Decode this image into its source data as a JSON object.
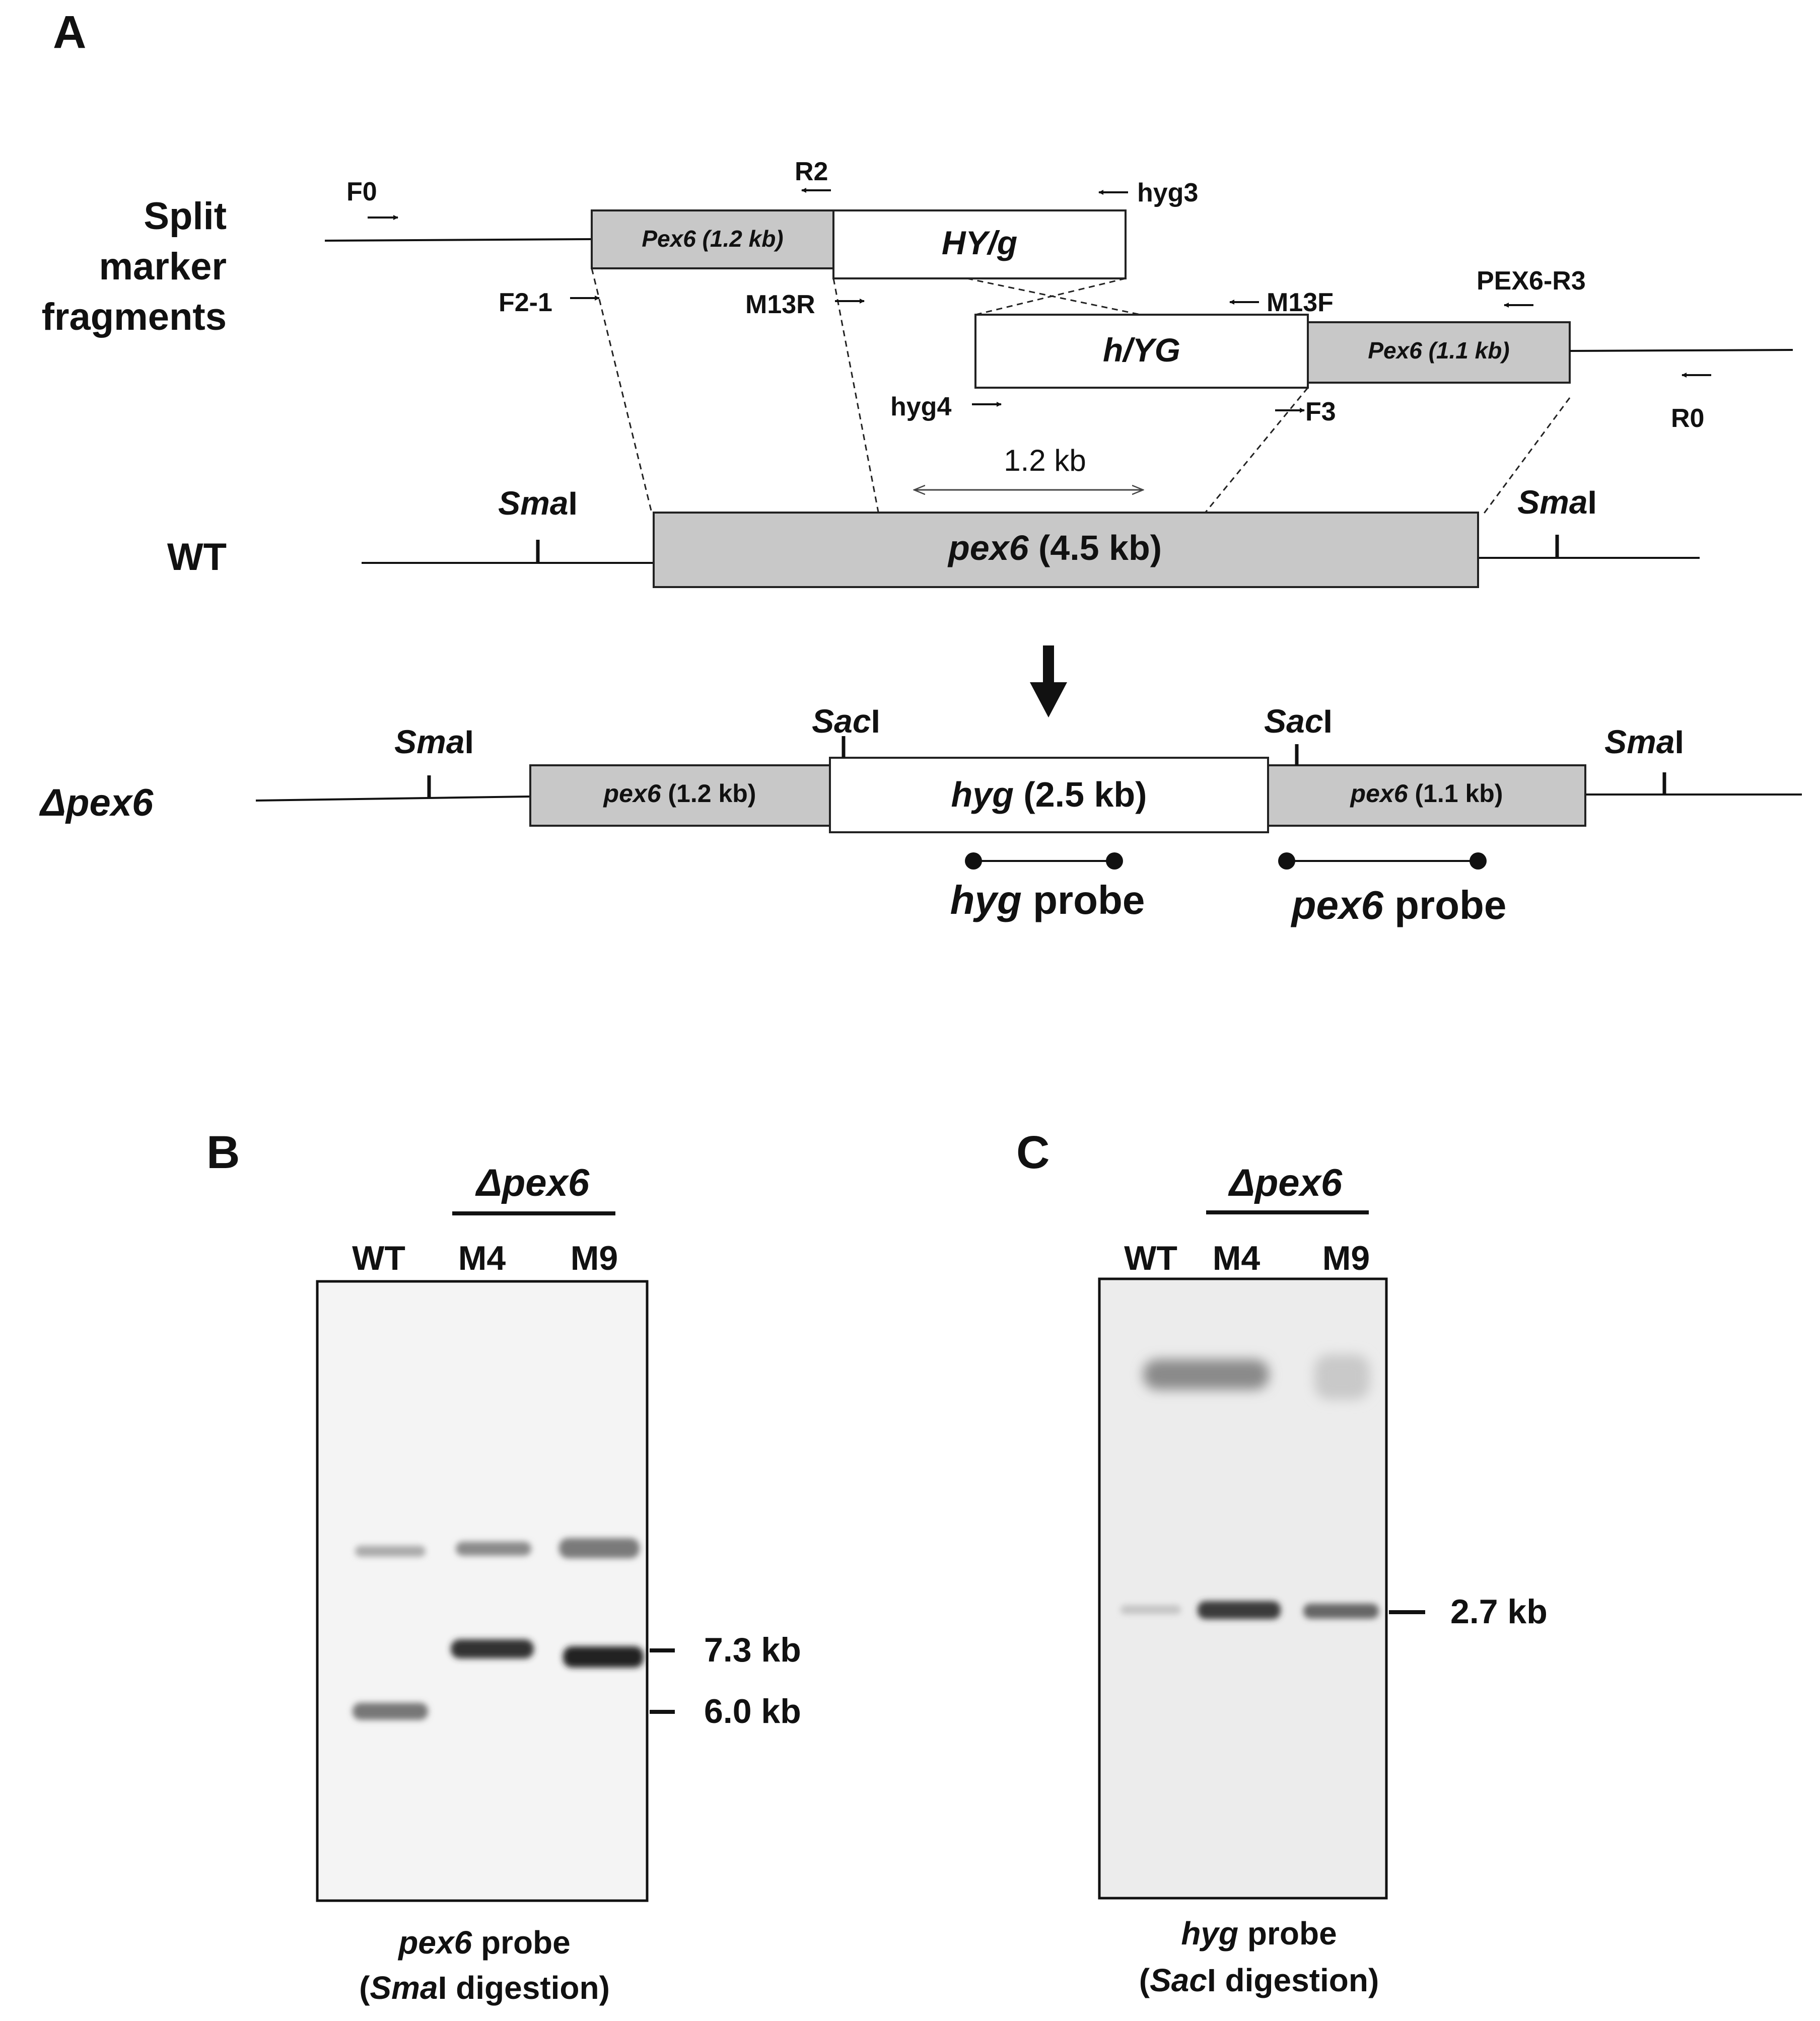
{
  "panel_a": {
    "label": "A",
    "rows": {
      "split_marker": [
        "Split",
        "marker",
        "fragments"
      ],
      "wt": "WT",
      "mutant": "Δpex6"
    },
    "fragments": {
      "pex6_left_italic": "Pex6 (1.2 kb)",
      "hy_g": "HY/g",
      "h_yg": "h/YG",
      "pex6_right_italic": "Pex6 (1.1 kb)"
    },
    "primers": {
      "f0": "F0",
      "r2": "R2",
      "hyg3": "hyg3",
      "f2_1": "F2-1",
      "m13r": "M13R",
      "m13f": "M13F",
      "pex6_r3": "PEX6-R3",
      "hyg4": "hyg4",
      "f3": "F3",
      "r0": "R0"
    },
    "overlap_label": "1.2 kb",
    "wt_gene": {
      "name": "pex6",
      "size": " (4.5 kb)"
    },
    "sites": {
      "smai": [
        "Sma",
        "I"
      ],
      "saci": [
        "Sac",
        "I"
      ]
    },
    "mutant_segments": {
      "left": {
        "name": "pex6",
        "size": " (1.2 kb)"
      },
      "middle": {
        "name": "hyg",
        "size": " (2.5 kb)"
      },
      "right": {
        "name": "pex6",
        "size": " (1.1 kb)"
      }
    },
    "probes": {
      "hyg": {
        "name": "hyg",
        "word": " probe"
      },
      "pex6": {
        "name": "pex6",
        "word": " probe"
      }
    }
  },
  "panel_b": {
    "label": "B",
    "group_label": "Δpex6",
    "lanes": [
      "WT",
      "M4",
      "M9"
    ],
    "markers": [
      "7.3 kb",
      "6.0 kb"
    ],
    "caption": {
      "probe_name": "pex6",
      "probe_word": " probe",
      "open": "(",
      "enzyme": "Sma",
      "rest": "I digestion)"
    }
  },
  "panel_c": {
    "label": "C",
    "group_label": "Δpex6",
    "lanes": [
      "WT",
      "M4",
      "M9"
    ],
    "markers": [
      "2.7 kb"
    ],
    "caption": {
      "probe_name": "hyg",
      "probe_word": " probe",
      "open": "(",
      "enzyme": "Sac",
      "rest": "I digestion)"
    }
  },
  "colors": {
    "gene_box": "#c8c8c8",
    "hyg_box": "#ffffff",
    "band": "#222222",
    "gel_bg": "#f4f4f4"
  }
}
